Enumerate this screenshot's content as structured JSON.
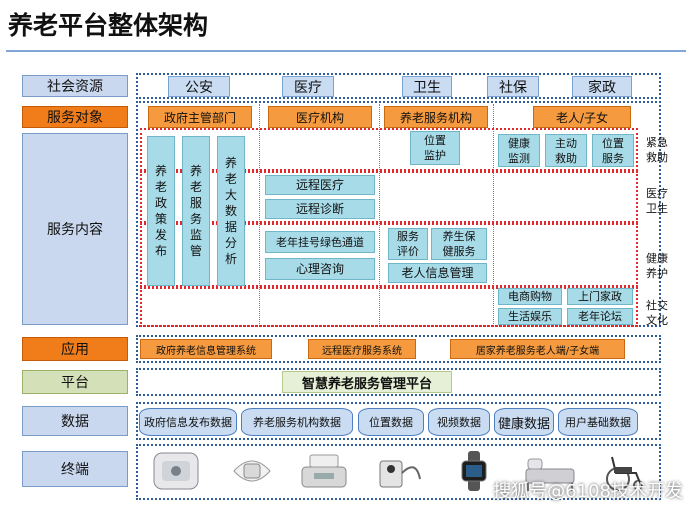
{
  "title": "养老平台整体架构",
  "rows": {
    "social_resources": "社会资源",
    "service_targets": "服务对象",
    "service_content": "服务内容",
    "application": "应用",
    "platform": "平台",
    "data": "数据",
    "terminal": "终端"
  },
  "resources": [
    "公安",
    "医疗",
    "卫生",
    "社保",
    "家政"
  ],
  "targets": [
    "政府主管部门",
    "医疗机构",
    "养老服务机构",
    "老人/子女"
  ],
  "gov_columns": [
    [
      "养",
      "老",
      "政",
      "策",
      "发",
      "布"
    ],
    [
      "养",
      "老",
      "服",
      "务",
      "监",
      "管"
    ],
    [
      "养",
      "老",
      "大",
      "数",
      "据",
      "分",
      "析"
    ]
  ],
  "medical_items": [
    "远程医疗",
    "远程诊断",
    "老年挂号绿色通道",
    "心理咨询"
  ],
  "institution_items": {
    "location": "位置\n监护",
    "service_eval": "服务\n评价",
    "health_service": "养生保\n健服务",
    "elder_info": "老人信息管理"
  },
  "elder_items": {
    "health": "健康\n监测",
    "rescue": "主动\n救助",
    "location": "位置\n服务",
    "shopping": "电商购物",
    "housekeeping": "上门家政",
    "entertainment": "生活娱乐",
    "forum": "老年论坛"
  },
  "side_labels": [
    "紧急\n救助",
    "医疗\n卫生",
    "健康\n养护",
    "社交\n文化"
  ],
  "applications": [
    "政府养老信息管理系统",
    "远程医疗服务系统",
    "居家养老服务老人端/子女端"
  ],
  "platform": "智慧养老服务管理平台",
  "data_items": [
    "政府信息发布数据",
    "养老服务机构数据",
    "位置数据",
    "视频数据",
    "健康数据",
    "用户基础数据"
  ],
  "terminal_icons": [
    "wearable-tracker-icon",
    "smart-watch-icon",
    "scale-device-icon",
    "blood-pressure-monitor-icon",
    "smart-watch-icon",
    "bed-icon",
    "wheelchair-icon"
  ],
  "watermark": "搜狐号@6108技术开发"
}
